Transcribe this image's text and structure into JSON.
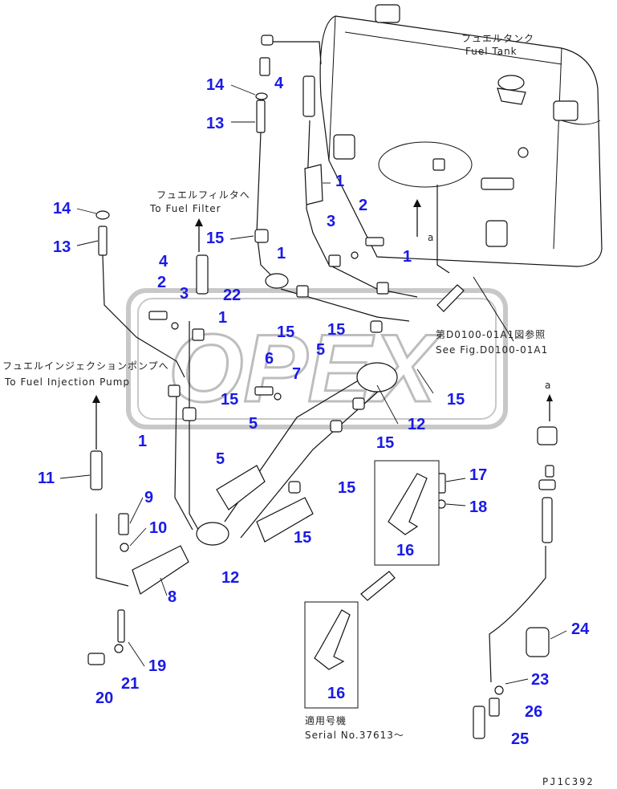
{
  "drawing_code": "PJ1C392",
  "watermark": "OPEX",
  "annotations": {
    "fuel_tank_jp": "フュエルタンク",
    "fuel_tank_en": "Fuel Tank",
    "to_filter_jp": "フュエルフィルタへ",
    "to_filter_en": "To Fuel Filter",
    "to_pump_jp": "フュエルインジェクションポンプへ",
    "to_pump_en": "To Fuel Injection Pump",
    "see_fig_jp": "第D0100-01A1図参照",
    "see_fig_en": "See Fig.D0100-01A1",
    "serial_jp": "適用号機",
    "serial_en": "Serial No.37613〜",
    "ref_a1": "a",
    "ref_a2": "a"
  },
  "callouts": [
    {
      "id": "c14a",
      "text": "14"
    },
    {
      "id": "c4a",
      "text": "4"
    },
    {
      "id": "c13a",
      "text": "13"
    },
    {
      "id": "c1a",
      "text": "1"
    },
    {
      "id": "c14b",
      "text": "14"
    },
    {
      "id": "c13b",
      "text": "13"
    },
    {
      "id": "c2a",
      "text": "2"
    },
    {
      "id": "c3a",
      "text": "3"
    },
    {
      "id": "c15a",
      "text": "15"
    },
    {
      "id": "c1b",
      "text": "1"
    },
    {
      "id": "c1c",
      "text": "1"
    },
    {
      "id": "c4b",
      "text": "4"
    },
    {
      "id": "c22",
      "text": "22"
    },
    {
      "id": "c2b",
      "text": "2"
    },
    {
      "id": "c3b",
      "text": "3"
    },
    {
      "id": "c1d",
      "text": "1"
    },
    {
      "id": "c15b",
      "text": "15"
    },
    {
      "id": "c15c",
      "text": "15"
    },
    {
      "id": "c5a",
      "text": "5"
    },
    {
      "id": "c6",
      "text": "6"
    },
    {
      "id": "c7",
      "text": "7"
    },
    {
      "id": "c15d",
      "text": "15"
    },
    {
      "id": "c15e",
      "text": "15"
    },
    {
      "id": "c12a",
      "text": "12"
    },
    {
      "id": "c1e",
      "text": "1"
    },
    {
      "id": "c5b",
      "text": "5"
    },
    {
      "id": "c15f",
      "text": "15"
    },
    {
      "id": "c11",
      "text": "11"
    },
    {
      "id": "c5c",
      "text": "5"
    },
    {
      "id": "c15g",
      "text": "15"
    },
    {
      "id": "c17",
      "text": "17"
    },
    {
      "id": "c18",
      "text": "18"
    },
    {
      "id": "c9",
      "text": "9"
    },
    {
      "id": "c10",
      "text": "10"
    },
    {
      "id": "c15h",
      "text": "15"
    },
    {
      "id": "c16a",
      "text": "16"
    },
    {
      "id": "c12b",
      "text": "12"
    },
    {
      "id": "c8",
      "text": "8"
    },
    {
      "id": "c24",
      "text": "24"
    },
    {
      "id": "c19",
      "text": "19"
    },
    {
      "id": "c16b",
      "text": "16"
    },
    {
      "id": "c23",
      "text": "23"
    },
    {
      "id": "c20",
      "text": "20"
    },
    {
      "id": "c21",
      "text": "21"
    },
    {
      "id": "c26",
      "text": "26"
    },
    {
      "id": "c25",
      "text": "25"
    }
  ]
}
